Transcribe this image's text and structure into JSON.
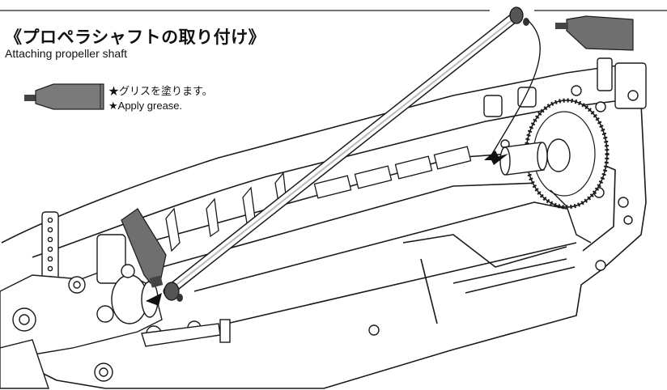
{
  "heading": {
    "title_jp": "《プロペラシャフトの取り付け》",
    "title_en": "Attaching propeller shaft"
  },
  "legend": {
    "grease_jp": "★グリスを塗ります。",
    "grease_en": "★Apply grease.",
    "icon": "grease-tube-icon"
  },
  "colors": {
    "line": "#1a1a1a",
    "grease": "#6f6f6f"
  }
}
